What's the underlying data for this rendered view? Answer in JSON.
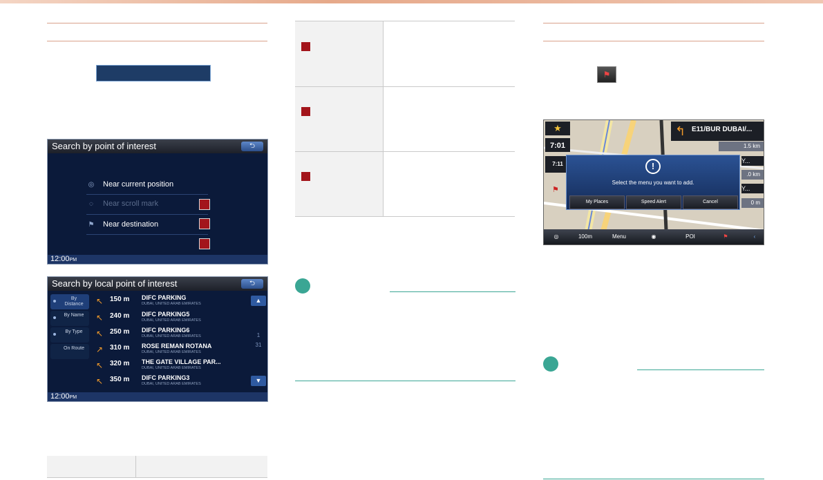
{
  "poi_screen": {
    "title": "Search by point of interest",
    "back": "⮌",
    "options": [
      {
        "label": "Near current position",
        "dim": false
      },
      {
        "label": "Near scroll mark",
        "dim": true
      },
      {
        "label": "Near destination",
        "dim": false
      }
    ],
    "clock": "12:00",
    "clock_suffix": "PM"
  },
  "local_screen": {
    "title": "Search by local point of interest",
    "back": "⮌",
    "tabs": [
      "By Distance",
      "By Name",
      "By Type",
      "On Route"
    ],
    "rows": [
      {
        "dist": "150 m",
        "name": "DIFC PARKING",
        "sub": "DUBAI, UNITED ARAB EMIRATES",
        "arrow": "↖"
      },
      {
        "dist": "240 m",
        "name": "DIFC PARKING5",
        "sub": "DUBAI, UNITED ARAB EMIRATES",
        "arrow": "↖"
      },
      {
        "dist": "250 m",
        "name": "DIFC PARKING6",
        "sub": "DUBAI, UNITED ARAB EMIRATES",
        "arrow": "↖"
      },
      {
        "dist": "310 m",
        "name": "ROSE REMAN ROTANA",
        "sub": "DUBAI, UNITED ARAB EMIRATES",
        "arrow": "↗"
      },
      {
        "dist": "320 m",
        "name": "THE GATE VILLAGE PAR...",
        "sub": "DUBAI, UNITED ARAB EMIRATES",
        "arrow": "↖"
      },
      {
        "dist": "350 m",
        "name": "DIFC PARKING3",
        "sub": "DUBAI, UNITED ARAB EMIRATES",
        "arrow": "↖"
      }
    ],
    "page_current": "1",
    "page_total": "31",
    "go_glyph": "›",
    "scroll_up": "▲",
    "scroll_down": "▼",
    "clock": "12:00",
    "clock_suffix": "PM"
  },
  "map_screen": {
    "road_name": "E11/BUR DUBAI/...",
    "time1": "7:01",
    "time2": "7:11",
    "dist1": "1.5 km",
    "dist2": ".0 km",
    "dist3": "0 m",
    "road_y1": "Y...",
    "road_y2": "Y...",
    "dialog_icon": "!",
    "dialog_text": "Select the menu you want to add.",
    "dialog_buttons": [
      "My Places",
      "Speed Alert",
      "Cancel"
    ],
    "bottom_bar": {
      "scale": "100m",
      "menu": "Menu",
      "poi": "POI"
    }
  },
  "colors": {
    "accent_red": "#a3151b",
    "teal": "#3aa694",
    "rule": "#d9a08a"
  }
}
